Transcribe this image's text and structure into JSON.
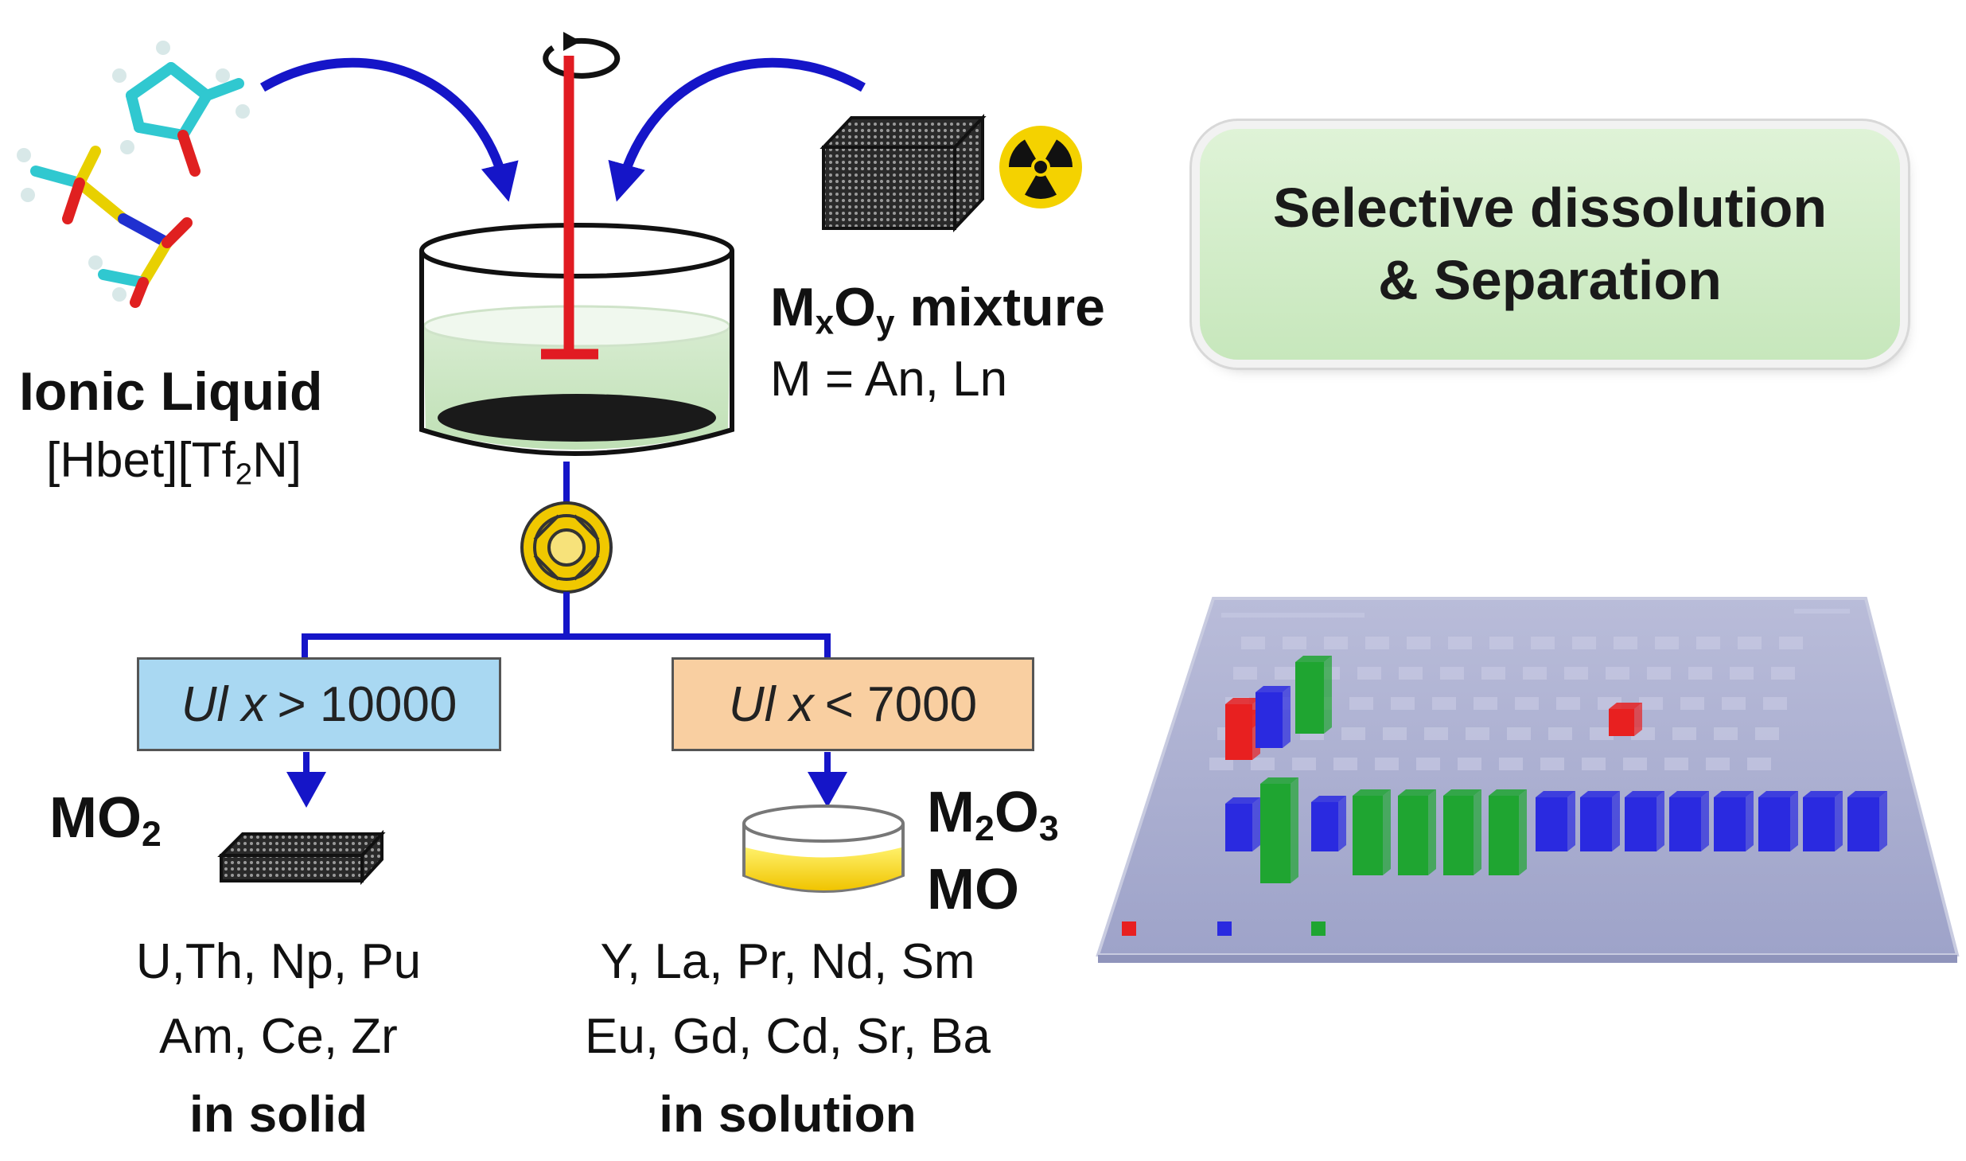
{
  "left_reagent": {
    "title": "Ionic Liquid",
    "formula_main": "[Hbet][Tf",
    "formula_sub": "2",
    "formula_end": "N]"
  },
  "oxide_mixture": {
    "label_m": "M",
    "label_x": "x",
    "label_o": "O",
    "label_y": "y",
    "label_word": " mixture",
    "definition": "M = An,  Ln"
  },
  "process_box": {
    "line1": "Selective dissolution",
    "line2": "& Separation"
  },
  "branch_left": {
    "condition_italic": "Ul x",
    "condition_rest": "> 10000",
    "product_main": "MO",
    "product_sub": "2",
    "elements_line1": "U,Th,  Np,  Pu",
    "elements_line2": "Am,  Ce,  Zr",
    "phase": "in solid",
    "box_color": "#a9d8f2"
  },
  "branch_right": {
    "condition_italic": "Ul x",
    "condition_rest": "< 7000",
    "product1_a": "M",
    "product1_sub1": "2",
    "product1_b": "O",
    "product1_sub2": "3",
    "product2": "MO",
    "elements_line1": "Y, La, Pr, Nd, Sm",
    "elements_line2": "Eu, Gd, Cd, Sr, Ba",
    "phase": "in solution",
    "box_color": "#f9cfa1"
  },
  "colors": {
    "arrow": "#1515c8",
    "stirrer": "#e11b22",
    "liquid": "#cfe8c8",
    "bar_red": "#e82020",
    "bar_blue": "#2a2ae0",
    "bar_green": "#1fa531",
    "plate": "#a9aed0"
  },
  "icons": [
    "molecule-icon",
    "rotation-icon",
    "radiation-icon",
    "filter-icon",
    "solid-block-icon",
    "dish-icon"
  ]
}
